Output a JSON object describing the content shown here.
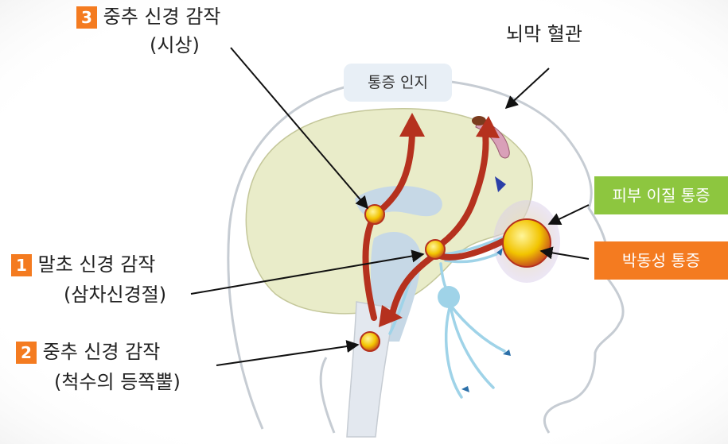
{
  "labels": {
    "central_thalamus": {
      "number": "3",
      "title": "중추 신경 감작",
      "sub": "(시상)"
    },
    "meningeal_vessel": "뇌막 혈관",
    "pain_perception": "통증 인지",
    "peripheral": {
      "number": "1",
      "title": "말초 신경 감작",
      "sub": "(삼차신경절)"
    },
    "central_spinal": {
      "number": "2",
      "title": "중추 신경 감작",
      "sub": "(척수의 등쪽뿔)"
    },
    "allodynia": "피부 이질 통증",
    "throbbing": "박동성 통증"
  },
  "colors": {
    "accent_orange": "#f47b20",
    "allodynia_green": "#8dc63f",
    "pathway_red": "#b5311e",
    "nerve_blue": "#9fd3e8",
    "brain_fill": "#e9ecc9"
  }
}
